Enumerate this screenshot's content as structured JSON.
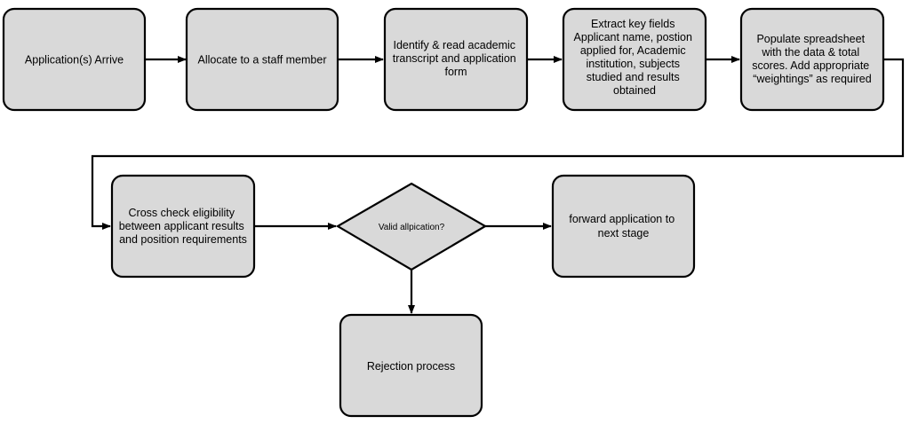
{
  "flowchart": {
    "nodes": [
      {
        "id": "arrive",
        "shape": "rect",
        "lines": [
          "Application(s) Arrive"
        ]
      },
      {
        "id": "allocate",
        "shape": "rect",
        "lines": [
          "Allocate to a staff member"
        ]
      },
      {
        "id": "identify",
        "shape": "rect",
        "lines": [
          "Identify & read academic",
          "transcript and application",
          "form"
        ]
      },
      {
        "id": "extract",
        "shape": "rect",
        "lines": [
          "Extract key fields",
          "Applicant name, postion",
          "applied for, Academic",
          "institution, subjects",
          "studied and results",
          "obtained"
        ]
      },
      {
        "id": "populate",
        "shape": "rect",
        "lines": [
          "Populate spreadsheet",
          "with the data & total",
          "scores. Add appropriate",
          "“weightings” as required"
        ]
      },
      {
        "id": "crosscheck",
        "shape": "rect",
        "lines": [
          "Cross check eligibility",
          "between applicant results",
          "and position requirements"
        ]
      },
      {
        "id": "valid",
        "shape": "diamond",
        "lines": [
          "Valid allpication?"
        ]
      },
      {
        "id": "forward",
        "shape": "rect",
        "lines": [
          "forward application to",
          "next stage"
        ]
      },
      {
        "id": "reject",
        "shape": "rect",
        "lines": [
          "Rejection process"
        ]
      }
    ],
    "edges": [
      {
        "from": "arrive",
        "to": "allocate"
      },
      {
        "from": "allocate",
        "to": "identify"
      },
      {
        "from": "identify",
        "to": "extract"
      },
      {
        "from": "extract",
        "to": "populate"
      },
      {
        "from": "populate",
        "to": "crosscheck"
      },
      {
        "from": "crosscheck",
        "to": "valid"
      },
      {
        "from": "valid",
        "to": "forward"
      },
      {
        "from": "valid",
        "to": "reject"
      }
    ]
  }
}
